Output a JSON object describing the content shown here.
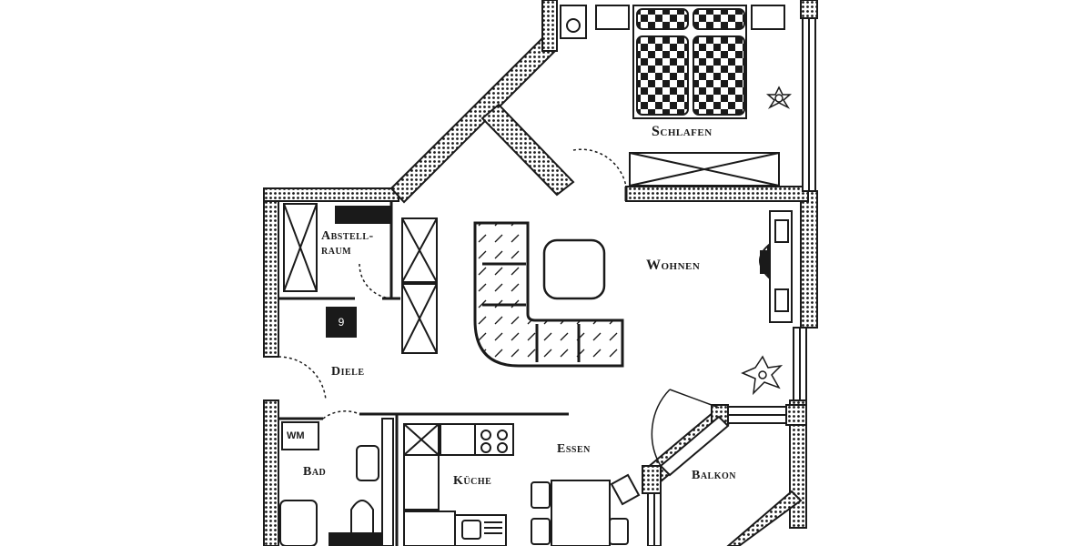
{
  "plan": {
    "type": "apartment floor plan",
    "style": "black-and-white dotted-wall architectural drawing",
    "colors": {
      "ink": "#1a1a1a",
      "wall_fill": "#cfcfcf",
      "background": "#ffffff"
    },
    "rooms": {
      "schlafen": {
        "label": "Schlafen"
      },
      "wohnen": {
        "label": "Wohnen"
      },
      "abstellraum": {
        "label_line1": "Abstell-",
        "label_line2": "raum"
      },
      "diele": {
        "label": "Diele"
      },
      "bad": {
        "label": "Bad"
      },
      "kueche": {
        "label": "Küche"
      },
      "essen": {
        "label": "Essen"
      },
      "balkon": {
        "label": "Balkon"
      }
    },
    "fixtures": {
      "washing_machine": {
        "label": "WM"
      },
      "marker": {
        "label": "9"
      }
    }
  }
}
